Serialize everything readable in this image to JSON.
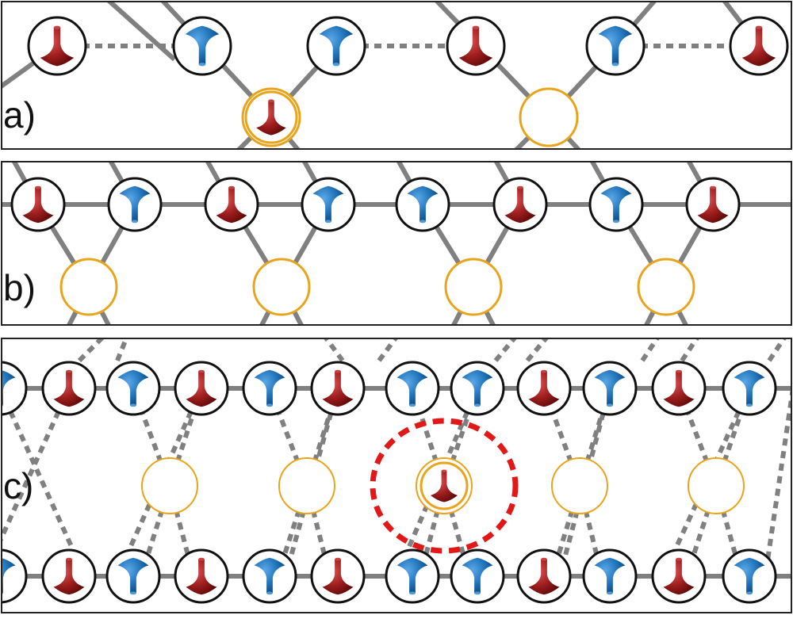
{
  "figure": {
    "panels": [
      {
        "id": "a",
        "label": "a)",
        "top_row": [
          "down",
          "up",
          "up",
          "down",
          "up",
          "down"
        ],
        "top_links": [
          "dotted",
          "solid",
          "dotted",
          "solid",
          "dotted"
        ],
        "bottom_sites": [
          "down",
          "empty"
        ]
      },
      {
        "id": "b",
        "label": "b)",
        "top_row": [
          "down",
          "up",
          "down",
          "up",
          "up",
          "down",
          "up",
          "down"
        ],
        "bottom_sites": [
          "empty",
          "empty",
          "empty",
          "empty"
        ]
      },
      {
        "id": "c",
        "label": "c)",
        "top_row": [
          "up",
          "down",
          "up",
          "down",
          "up",
          "down",
          "up",
          "up",
          "down",
          "up",
          "down",
          "up"
        ],
        "middle_sites": [
          "empty",
          "empty",
          "down",
          "empty",
          "empty"
        ],
        "bottom_row": [
          "up",
          "down",
          "up",
          "down",
          "up",
          "down",
          "up",
          "up",
          "down",
          "up",
          "down",
          "up"
        ],
        "highlighted_middle_site": 2
      }
    ],
    "colors": {
      "spin_down": "#9b1c1c",
      "spin_up": "#1f72b8",
      "site_ring": "#111111",
      "empty_site_ring": "#e8a51c",
      "bond": "#808080",
      "highlight": "#e01818",
      "panel_border": "#222222"
    }
  }
}
